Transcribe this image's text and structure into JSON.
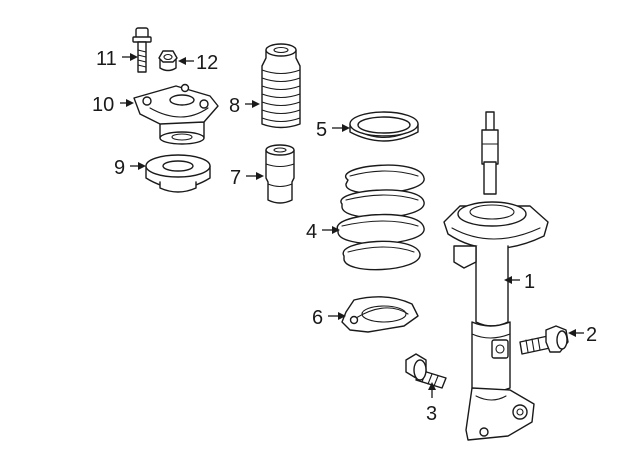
{
  "diagram": {
    "callouts": [
      {
        "id": "strut",
        "label": "1"
      },
      {
        "id": "strut-bolt-right",
        "label": "2"
      },
      {
        "id": "strut-bolt-lower",
        "label": "3"
      },
      {
        "id": "coil-spring",
        "label": "4"
      },
      {
        "id": "upper-spring-seat",
        "label": "5"
      },
      {
        "id": "lower-spring-seat",
        "label": "6"
      },
      {
        "id": "bump-stop",
        "label": "7"
      },
      {
        "id": "dust-boot",
        "label": "8"
      },
      {
        "id": "mount-bearing",
        "label": "9"
      },
      {
        "id": "strut-mount",
        "label": "10"
      },
      {
        "id": "mount-bolt",
        "label": "11"
      },
      {
        "id": "mount-nut",
        "label": "12"
      }
    ],
    "colors": {
      "line": "#1a1a1a",
      "background": "#ffffff"
    }
  }
}
